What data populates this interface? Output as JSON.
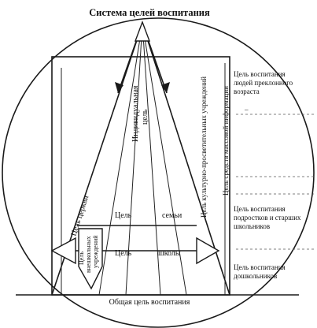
{
  "diagram": {
    "title": "Система целей воспитания",
    "labels": {
      "general_goal": "Общая цель воспитания",
      "individual_goal_1": "Индивидуальная",
      "individual_goal_2": "цель",
      "church_goal": "Цель церкви",
      "cultural_goal": "Цель культурно-просветительных учреждений",
      "media_goal": "Цель средств массовой информации",
      "family_goal_1": "Цель",
      "family_goal_2": "семьи",
      "school_goal_1": "Цель",
      "school_goal_2": "школы",
      "extracurricular_1": "Цель",
      "extracurricular_2": "внешкольных",
      "extracurricular_3": "учреждений",
      "elderly_1": "Цель   воспитания",
      "elderly_2": "людей   преклонного",
      "elderly_3": "возраста",
      "teens_1": "Цель  воспитания",
      "teens_2": "подростков   и старших",
      "teens_3": "школьников",
      "preschool_1": "Цель    воспитания",
      "preschool_2": "дошкольников",
      "dash_mark": "–"
    }
  }
}
